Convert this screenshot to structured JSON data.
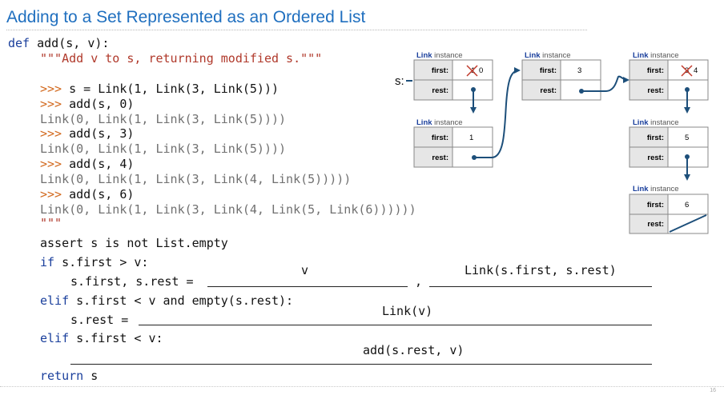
{
  "title": "Adding to a Set Represented as an Ordered List",
  "page_number": "16",
  "code": {
    "def_keyword": "def",
    "def_signature": " add(s, v):",
    "docstring": "\"\"\"Add v to s, returning modified s.\"\"\"",
    "examples": [
      {
        "prompt": ">>> ",
        "input": "s = Link(1, Link(3, Link(5)))",
        "output": ""
      },
      {
        "prompt": ">>> ",
        "input": "add(s, 0)",
        "output": "Link(0, Link(1, Link(3, Link(5))))"
      },
      {
        "prompt": ">>> ",
        "input": "add(s, 3)",
        "output": "Link(0, Link(1, Link(3, Link(5))))"
      },
      {
        "prompt": ">>> ",
        "input": "add(s, 4)",
        "output": "Link(0, Link(1, Link(3, Link(4, Link(5)))))"
      },
      {
        "prompt": ">>> ",
        "input": "add(s, 6)",
        "output": "Link(0, Link(1, Link(3, Link(4, Link(5, Link(6))))))"
      }
    ],
    "docstring_close": "\"\"\"",
    "assert_line": "assert s is not List.empty",
    "if_keyword": "if",
    "if_cond": " s.first > v:",
    "assign1_prefix": "s.first, s.rest = ",
    "comma": ",",
    "elif_keyword": "elif",
    "elif1_cond": " s.first < v and empty(s.rest):",
    "assign2_prefix": "s.rest = ",
    "elif2_cond": " s.first < v:",
    "return_keyword": "return",
    "return_value": " s"
  },
  "answers": {
    "first_blank": "v",
    "second_blank": "Link(s.first, s.rest)",
    "third_blank": "Link(v)",
    "fourth_blank": "add(s.rest, v)"
  },
  "diagram": {
    "s_label": "s:",
    "link_label": "Link",
    "instance_label": " instance",
    "first_label": "first:",
    "rest_label": "rest:",
    "boxes": [
      {
        "first_old": "1",
        "first_new": "0"
      },
      {
        "first": "3"
      },
      {
        "first_old": "3",
        "first_new": "4"
      },
      {
        "first": "1"
      },
      {
        "first": "5"
      },
      {
        "first": "6"
      }
    ],
    "colors": {
      "link_title": "#1a3f9c",
      "arrow": "#1d4f7a",
      "cross": "#c0392b",
      "label_bg": "#e6e6e6"
    }
  }
}
